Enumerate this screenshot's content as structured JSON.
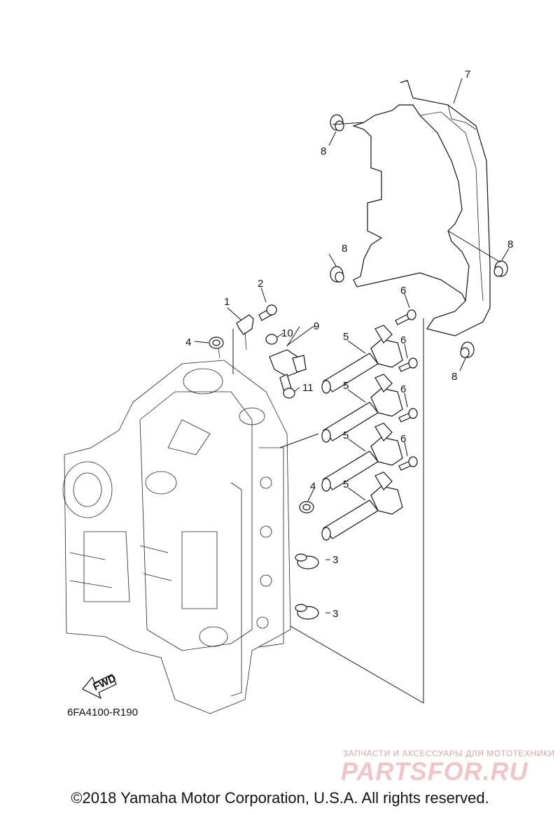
{
  "callouts": {
    "c1": "1",
    "c2": "2",
    "c3a": "3",
    "c3b": "3",
    "c4a": "4",
    "c4b": "4",
    "c5a": "5",
    "c5b": "5",
    "c5c": "5",
    "c5d": "5",
    "c6a": "6",
    "c6b": "6",
    "c6c": "6",
    "c6d": "6",
    "c7": "7",
    "c8a": "8",
    "c8b": "8",
    "c8c": "8",
    "c8d": "8",
    "c9": "9",
    "c10": "10",
    "c11": "11"
  },
  "fwd_label": "FWD",
  "diagram_code": "6FA4100-R190",
  "watermark": {
    "tagline": "ЗАПЧАСТИ И АКСЕССУАРЫ ДЛЯ МОТОТЕХНИКИ",
    "logo": "PARTSFOR.RU"
  },
  "copyright": "©2018 Yamaha Motor Corporation, U.S.A. All rights reserved."
}
